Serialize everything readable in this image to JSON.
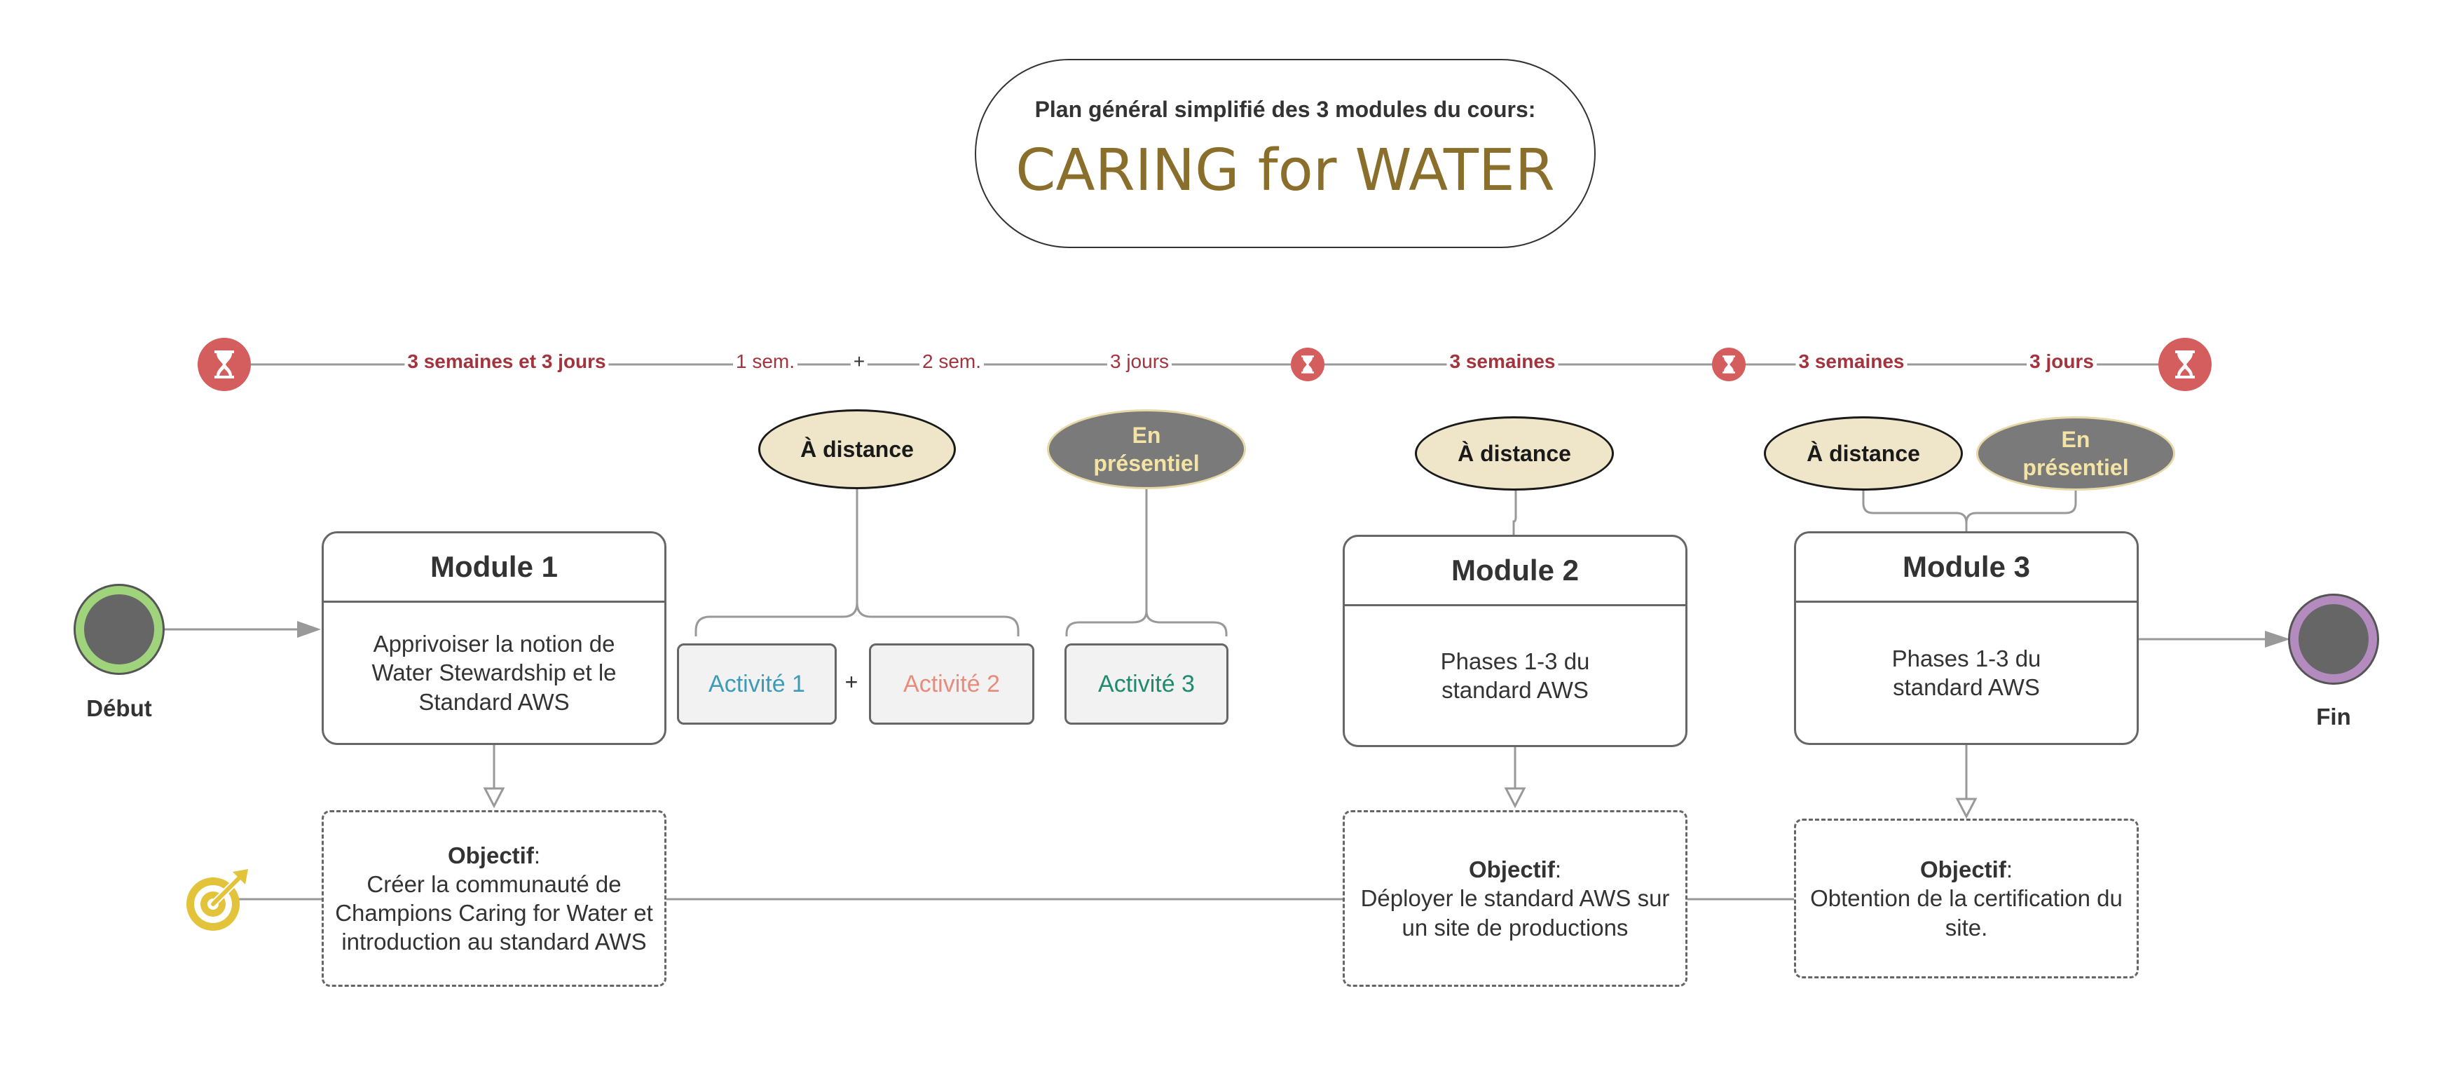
{
  "header": {
    "subtitle": "Plan général simplifié des 3 modules du cours:",
    "title": "CARING for WATER"
  },
  "timeline": {
    "segments": [
      {
        "label": "3 semaines et 3 jours",
        "bold": true
      },
      {
        "label": "1 sem.",
        "bold": false
      },
      {
        "label": "+",
        "bold": false
      },
      {
        "label": "2 sem.",
        "bold": false
      },
      {
        "label": "3 jours",
        "bold": false
      },
      {
        "label": "3 semaines",
        "bold": true
      },
      {
        "label": "3 semaines",
        "bold": true
      },
      {
        "label": "3 jours",
        "bold": true
      }
    ],
    "marker_icon": "hourglass-icon",
    "marker_color": "#d45d5d"
  },
  "modes": {
    "remote": "À distance",
    "onsite": "En présentiel",
    "remote_color": "#efe6c9",
    "onsite_color": "#7a7a7a"
  },
  "start": {
    "label": "Début",
    "ring_color": "#9fd37c"
  },
  "end": {
    "label": "Fin",
    "ring_color": "#b48bbf"
  },
  "modules": [
    {
      "title": "Module 1",
      "body": "Apprivoiser la notion de Water Stewardship et le Standard AWS"
    },
    {
      "title": "Module 2",
      "body": "Phases 1-3 du standard AWS"
    },
    {
      "title": "Module 3",
      "body": "Phases 1-3 du standard AWS"
    }
  ],
  "activities": [
    {
      "label": "Activité 1",
      "color": "#3d9bb8"
    },
    {
      "label": "Activité 2",
      "color": "#e98b7c"
    },
    {
      "label": "Activité 3",
      "color": "#1f8a6e"
    }
  ],
  "activity_plus": "+",
  "objectives": [
    {
      "label": "Objectif",
      "text": "Créer la communauté de Champions Caring for Water et introduction au standard AWS"
    },
    {
      "label": "Objectif",
      "text": "Déployer le standard AWS sur un site de productions"
    },
    {
      "label": "Objectif",
      "text": "Obtention de la certification du site."
    }
  ],
  "objective_icon": "target-icon",
  "objective_icon_color": "#e2c33a"
}
